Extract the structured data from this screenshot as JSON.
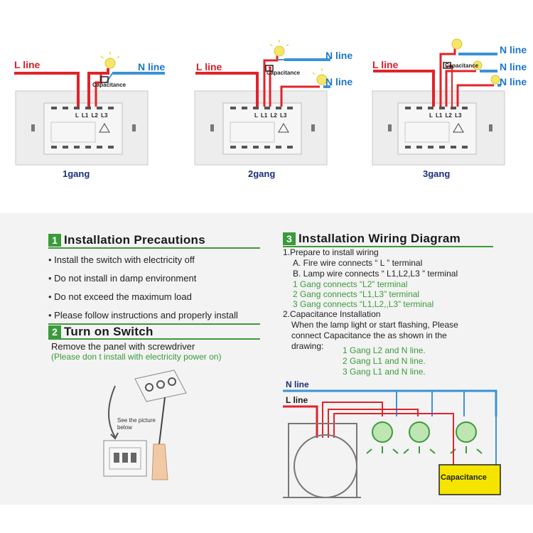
{
  "top": {
    "panels": [
      {
        "gang_label": "1gang",
        "l_line": "L line",
        "n_lines": [
          "N line"
        ],
        "capacitance": "Capacitance",
        "terminals": "L  L1 L2 L3"
      },
      {
        "gang_label": "2gang",
        "l_line": "L line",
        "n_lines": [
          "N line",
          "N line"
        ],
        "capacitance": "Capacitance",
        "terminals": "L  L1 L2 L3"
      },
      {
        "gang_label": "3gang",
        "l_line": "L line",
        "n_lines": [
          "N line",
          "N line",
          "N line"
        ],
        "capacitance": "Capacitance",
        "terminals": "L  L1 L2 L3"
      }
    ]
  },
  "sections": {
    "precautions": {
      "number": "1",
      "title": "Installation Precautions",
      "items": [
        "Install the switch with electricity off",
        "Do not install in damp environment",
        "Do not exceed the maximum load",
        "Please follow instructions and properly install"
      ]
    },
    "switch": {
      "number": "2",
      "title": "Turn on Switch",
      "line1": "Remove the panel with screwdriver",
      "line2": "(Please don t  install with electricity power on)",
      "see_picture": "See the picture below"
    },
    "wiring": {
      "number": "3",
      "title": "Installation Wiring Diagram",
      "step1": "1.Prepare to install wiring",
      "a": "A. Fire wire connects “ L ” terminal",
      "b": "B. Lamp wire connects “ L1,L2,L3 ” terminal",
      "g1": "1 Gang connects “L2” terminal",
      "g2": "2 Gang connects “L1,L3” terminal",
      "g3": "3 Gang connects “L1,L2,,L3” terminal",
      "step2": "2.Capacitance Installation",
      "p1": "When the lamp light or start flashing, Please",
      "p2": "connect Capacitance the  as shown in the",
      "p3": "drawing:",
      "c1": "1 Gang L2 and N line.",
      "c2": "2 Gang L1 and N line.",
      "c3": "3 Gang L1 and N line.",
      "n_line": "N line",
      "l_line": "L line",
      "capacitance": "Capacitance"
    }
  }
}
